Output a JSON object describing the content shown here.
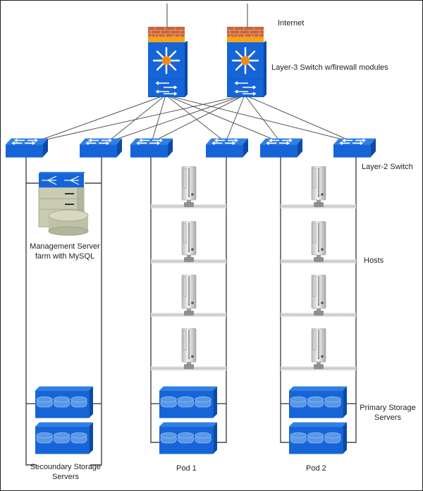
{
  "labels": {
    "internet": "Internet",
    "layer3": "Layer-3 Switch w/firewall modules",
    "layer2": "Layer-2 Switch",
    "mgmt_line1": "Management Server",
    "mgmt_line2": "farm with MySQL",
    "hosts": "Hosts",
    "primary_line1": "Primary Storage",
    "primary_line2": "Servers",
    "secondary_line1": "Secoundary Storage",
    "secondary_line2": "Servers",
    "pod1": "Pod 1",
    "pod2": "Pod 2"
  },
  "colors": {
    "switch_blue": "#1565d8",
    "switch_dark": "#0b4aa8",
    "firewall_brick": "#c8643c",
    "flame": "#f5a31a",
    "router_core": "#f08a1c",
    "server_beige": "#c9ccb2",
    "host_silver": "#d7d7d7",
    "line": "#444444"
  },
  "counts": {
    "core_switches": 2,
    "access_switches": 6,
    "hosts_per_pod": 4,
    "storage_per_group": 2,
    "disks_per_storage": 3
  }
}
